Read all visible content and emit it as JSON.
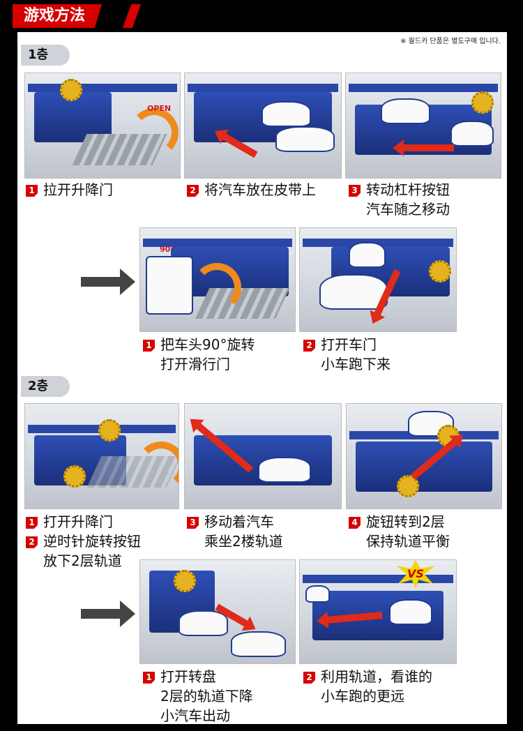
{
  "header": {
    "title": "游戏方法"
  },
  "note": "※ 월드카 단품은 별도구매 입니다.",
  "layer1": {
    "tag": "1층",
    "steps": [
      {
        "num": "1",
        "lines": [
          "拉开升降门"
        ]
      },
      {
        "num": "2",
        "lines": [
          "将汽车放在皮带上"
        ]
      },
      {
        "num": "3",
        "lines": [
          "转动杠杆按钮",
          "汽车随之移动"
        ]
      }
    ],
    "sub_steps": [
      {
        "num": "1",
        "lines": [
          "把车头90°旋转",
          "打开滑行门"
        ]
      },
      {
        "num": "2",
        "lines": [
          "打开车门",
          "小车跑下来"
        ]
      }
    ],
    "photo_labels": {
      "open": "OPEN",
      "degree": "90°"
    }
  },
  "layer2": {
    "tag": "2층",
    "steps": [
      {
        "num": "1",
        "lines": [
          "打开升降门"
        ]
      },
      {
        "num": "2",
        "lines": [
          "逆时针旋转按钮",
          "放下2层轨道"
        ]
      },
      {
        "num": "3",
        "lines": [
          "移动着汽车",
          "乘坐2楼轨道"
        ]
      },
      {
        "num": "4",
        "lines": [
          "旋钮转到2层",
          "保持轨道平衡"
        ]
      }
    ],
    "sub_steps": [
      {
        "num": "1",
        "lines": [
          "打开转盘",
          "2层的轨道下降",
          "小汽车出动"
        ]
      },
      {
        "num": "2",
        "lines": [
          "利用轨道，看谁的",
          "小车跑的更远"
        ]
      }
    ],
    "photo_labels": {
      "vs": "VS"
    }
  }
}
